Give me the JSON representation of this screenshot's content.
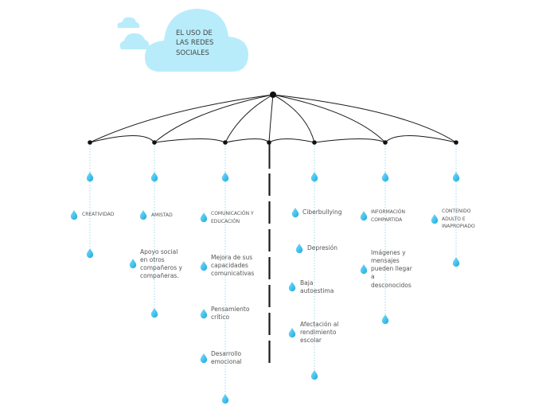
{
  "title": "EL USO DE\nLAS REDES\nSOCIALES",
  "colors": {
    "cloud": "#b8ecfb",
    "line": "#1a1a1a",
    "drop": "#2bc3ef",
    "dotted": "#9fdaf2",
    "text": "#555555"
  },
  "branches": [
    {
      "label": "CREATIVIDAD"
    },
    {
      "label": "AMISTAD",
      "items": [
        "Apoyo social\nen otros\ncompañeros y\ncompañeras."
      ]
    },
    {
      "label": "COMUNICACIÓN Y\nEDUCACIÓN",
      "items": [
        "Mejora de sus\ncapacidades\ncomunicativas",
        "Pensamiento\ncrítico",
        "Desarrollo\nemocional"
      ]
    },
    {
      "label": "Ciberbullying",
      "items": [
        "Depresión",
        "Baja\nautoestima",
        "Afectación al\nrendimiento\nescolar"
      ]
    },
    {
      "label": "INFORMACIÓN\nCOMPARTIDA",
      "items": [
        "Imágenes y\nmensajes\npueden llegar\na\ndesconocidos"
      ]
    },
    {
      "label": "CONTENIDO\nADULTO E\nINAPROPIADO"
    }
  ]
}
